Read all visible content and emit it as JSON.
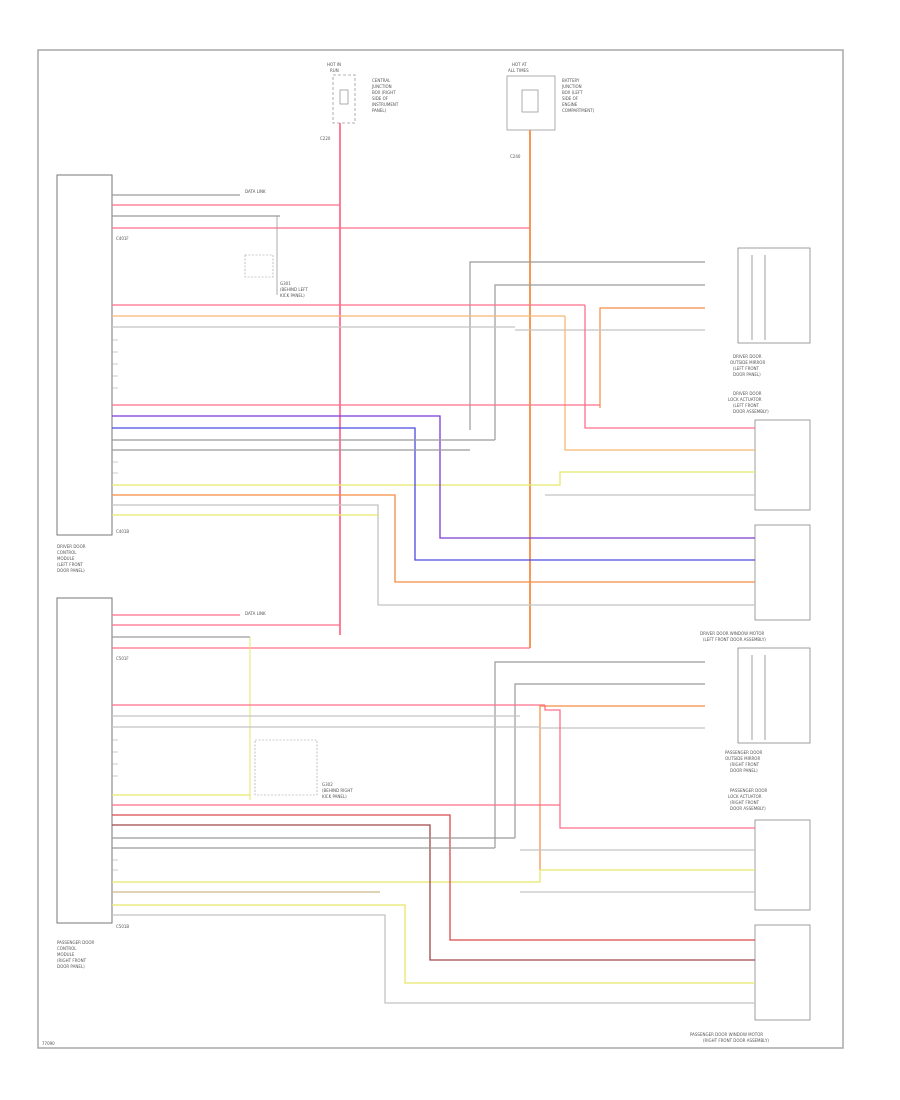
{
  "colors": {
    "frame": "#a8a8a8",
    "pink": "#ff6f8a",
    "pink_light": "#ffb0c0",
    "orange": "#f58c45",
    "orange_light": "#f6b878",
    "yellow": "#e6e66a",
    "tan": "#cdb68a",
    "gray": "#9a9a9a",
    "gray_light": "#c4c4c4",
    "blue": "#4a4ae0",
    "purple": "#7a3ad6",
    "red": "#d94a4a",
    "brown": "#a04848",
    "text": "#555555"
  },
  "labels": {
    "driver_module_caption": [
      "DRIVER DOOR",
      "CONTROL",
      "MODULE",
      "(LEFT FRONT",
      "DOOR PANEL)"
    ],
    "passenger_module_caption": [
      "PASSENGER DOOR",
      "CONTROL",
      "MODULE",
      "(RIGHT FRONT",
      "DOOR PANEL)"
    ],
    "driver_connector": "C401F",
    "driver_connector_b": "C401B",
    "passenger_connector": "C501F",
    "passenger_connector_b": "C501B",
    "fuse_top_left": [
      "HOT IN",
      "RUN"
    ],
    "fuse_top_left_desc": [
      "CENTRAL",
      "JUNCTION",
      "BOX (RIGHT",
      "SIDE OF",
      "INSTRUMENT",
      "PANEL)"
    ],
    "fuse_top_right": [
      "HOT AT",
      "ALL TIMES"
    ],
    "fuse_top_right_desc": [
      "BATTERY",
      "JUNCTION",
      "BOX (LEFT",
      "SIDE OF",
      "ENGINE",
      "COMPARTMENT)"
    ],
    "data_link": "DATA LINK",
    "ground_box_1": [
      "G301",
      "(BEHIND LEFT",
      "KICK PANEL)"
    ],
    "ground_box_2": [
      "G302",
      "(BEHIND RIGHT",
      "KICK PANEL)"
    ],
    "motor_driver_mirror": [
      "DRIVER DOOR",
      "OUTSIDE MIRROR",
      "(LEFT FRONT",
      "DOOR PANEL)"
    ],
    "motor_driver_lock": [
      "DRIVER DOOR",
      "LOCK ACTUATOR",
      "(LEFT FRONT",
      "DOOR ASSEMBLY)"
    ],
    "motor_driver_window": [
      "DRIVER DOOR WINDOW MOTOR",
      "(LEFT FRONT DOOR ASSEMBLY)"
    ],
    "motor_pass_mirror": [
      "PASSENGER DOOR",
      "OUTSIDE MIRROR",
      "(RIGHT FRONT",
      "DOOR PANEL)"
    ],
    "motor_pass_lock": [
      "PASSENGER DOOR",
      "LOCK ACTUATOR",
      "(RIGHT FRONT",
      "DOOR ASSEMBLY)"
    ],
    "motor_pass_window": [
      "PASSENGER DOOR WINDOW MOTOR",
      "(RIGHT FRONT DOOR ASSEMBLY)"
    ],
    "footer_code": "77090"
  }
}
